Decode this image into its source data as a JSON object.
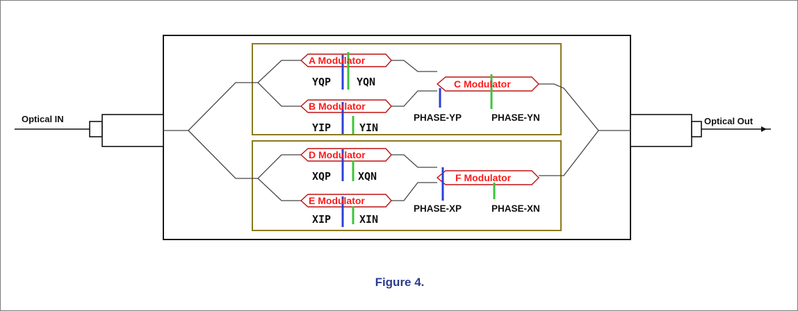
{
  "diagram": {
    "input_label": "Optical IN",
    "output_label": "Optical Out",
    "modulators": {
      "a": "A Modulator",
      "b": "B Modulator",
      "c": "C Modulator",
      "d": "D Modulator",
      "e": "E Modulator",
      "f": "F Modulator"
    },
    "arms": {
      "yqp": "YQP",
      "yqn": "YQN",
      "yip": "YIP",
      "yin": "YIN",
      "xqp": "XQP",
      "xqn": "XQN",
      "xip": "XIP",
      "xin": "XIN"
    },
    "phases": {
      "yp": "PHASE-YP",
      "yn": "PHASE-YN",
      "xp": "PHASE-XP",
      "xn": "PHASE-XN"
    },
    "colors": {
      "waveguide": "#444444",
      "modulator_outline": "#c01010",
      "box_outline": "#8a7a1e",
      "electrode_p": "#2b3fd6",
      "electrode_n": "#3cc43c"
    }
  },
  "caption": "Figure 4."
}
